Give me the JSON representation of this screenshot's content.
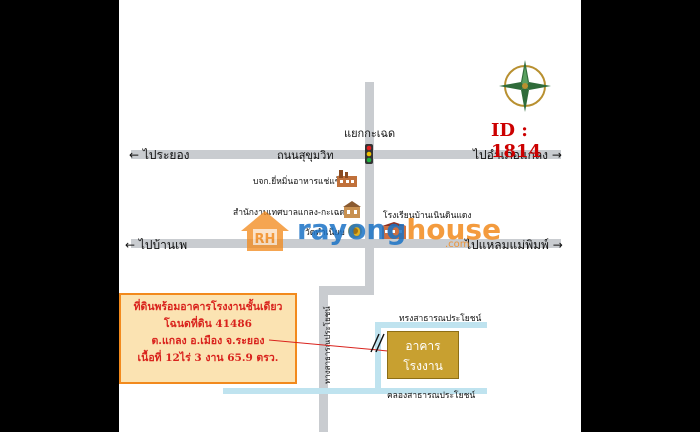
{
  "id_label": "ID : 1814",
  "roads": {
    "top_left": "ไประยอง",
    "top_center": "ถนนสุขุมวิท",
    "top_right": "ไปอำเภอแกลง",
    "junction": "แยกกะเฉด",
    "bottom_left": "ไปบ้านเพ",
    "bottom_right": "ไปแหลมแม่พิมพ์",
    "side_road_vertical": "ทางสาธารณประโยชน์"
  },
  "landmarks": {
    "factory": "บจก.ยี่หมิ่นอาหารแช่แข็ง",
    "municipality": "สำนักงานเทศบาลแกลง-กะเฉด",
    "school": "โรงเรียนบ้านเนินดินแดง",
    "temple": "วัดทำเนียบ"
  },
  "canals": {
    "top": "ทรงสาธารณประโยชน์",
    "bottom": "คลองสาธารณประโยชน์"
  },
  "info_box": {
    "line1": "ที่ดินพร้อมอาคารโรงงานชั้นเดียว",
    "line2": "โฉนดที่ดิน 41486",
    "line3": "ต.แกลง อ.เมือง จ.ระยอง",
    "line4": "เนื้อที่ 12ไร่ 3 งาน 65.9 ตรว."
  },
  "target_building": {
    "line1": "อาคาร",
    "line2": "โรงงาน"
  },
  "watermark": {
    "badge": "RH",
    "word_a": "rayong",
    "word_b": "house",
    "suffix": ".com"
  },
  "colors": {
    "road": "#c9ccd0",
    "canal": "#bfe3ef",
    "id_red": "#cc0000",
    "box_border": "#f28a1d",
    "box_fill": "#fbe3b2",
    "building": "#c8a030",
    "watermark_orange": "#f28a1d",
    "watermark_blue": "#1b73c6"
  }
}
